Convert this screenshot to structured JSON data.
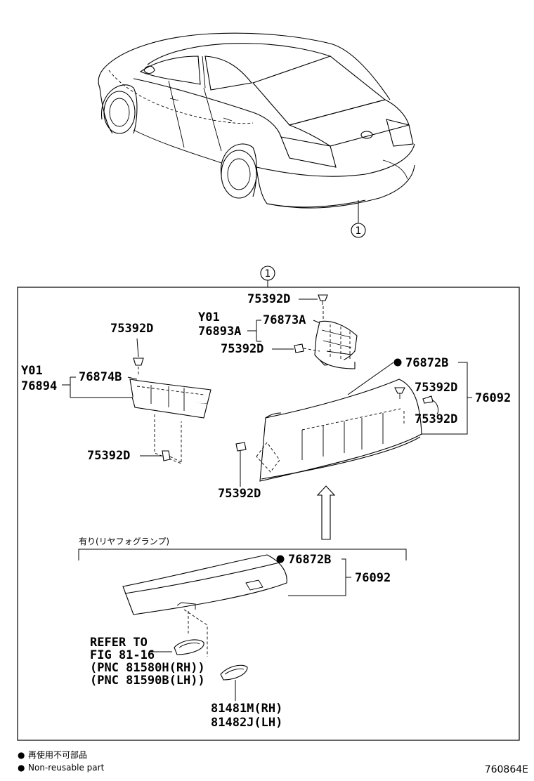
{
  "callout": {
    "symbol": "1"
  },
  "labels": {
    "top_clip": "75392D",
    "y01_right": "Y01",
    "p76893A": "76893A",
    "p76873A": "76873A",
    "mid_clip_right": "75392D",
    "left_clip_top": "75392D",
    "y01_left": "Y01",
    "p76894": "76894",
    "p76874B": "76874B",
    "p76872B_main": "76872B",
    "clip_r1": "75392D",
    "p76092_main": "76092",
    "clip_r2": "75392D",
    "left_clip_bottom": "75392D",
    "bottom_clip": "75392D",
    "fog_note": "有り(リヤフォグランプ)",
    "p76872B_fog": "76872B",
    "p76092_fog": "76092",
    "refer1": "REFER TO",
    "refer2": "FIG 81-16",
    "refer3": "(PNC 81580H(RH))",
    "refer4": "(PNC 81590B(LH))",
    "lamp_rh": "81481M(RH)",
    "lamp_lh": "81482J(LH)"
  },
  "legend": {
    "bullet": "●",
    "jp": "再使用不可部品",
    "en": "Non-reusable part"
  },
  "diagram_number": "760864E"
}
